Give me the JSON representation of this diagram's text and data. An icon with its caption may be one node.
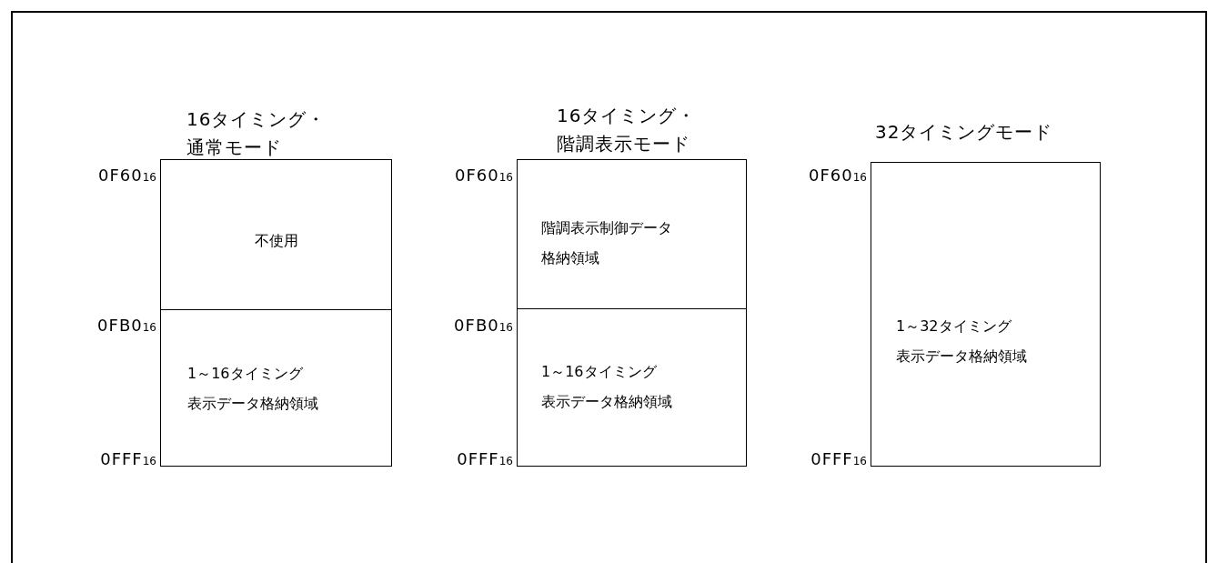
{
  "diagram": {
    "nodes": [
      {
        "text": [
          "不使用"
        ]
      },
      {
        "text": [
          "1～16タイミング表示データ格納領域"
        ]
      },
      {
        "text": [
          "階調表示制御データ格納領域"
        ]
      },
      {
        "text": [
          "1～16タイミング表示データ格納領域"
        ]
      },
      {
        "text": [
          "1～32タイミング表示データ格納領域"
        ]
      }
    ],
    "labels": [
      "16タイミング・通常モード",
      "16タイミング・階調表示モード",
      "32タイミングモード",
      "0F60$_{16}$",
      "0F60$_{16}$",
      "0F60$_{16}$",
      "0FB0$_{16}$",
      "0FB0$_{16}$",
      "0FFF$_{16}$",
      "0FFF$_{16}$",
      "0FFF$_{16}$"
    ]
  }
}
